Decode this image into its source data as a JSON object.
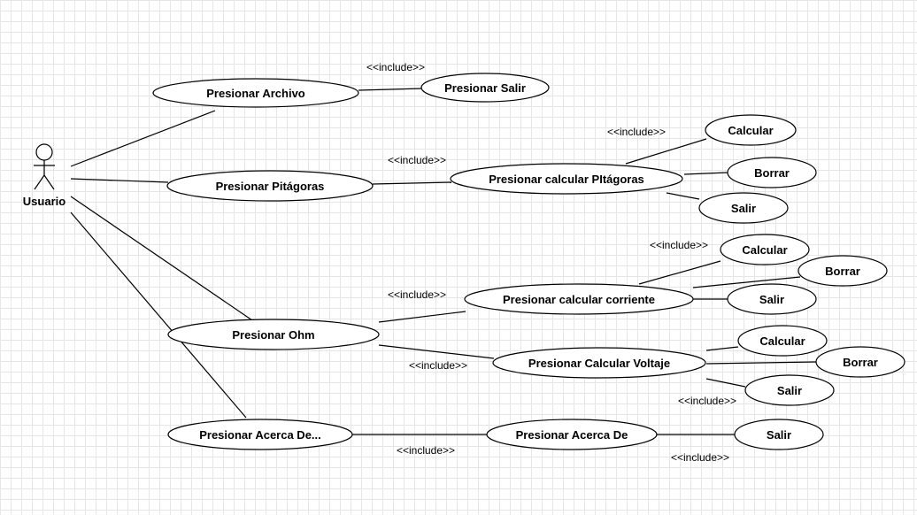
{
  "actor": {
    "label": "Usuario"
  },
  "include_label": "<<include>>",
  "use_cases": {
    "archivo": "Presionar Archivo",
    "salir_archivo": "Presionar Salir",
    "pitagoras": "Presionar Pitágoras",
    "calc_pitagoras": "Presionar calcular PItágoras",
    "pit_calcular": "Calcular",
    "pit_borrar": "Borrar",
    "pit_salir": "Salir",
    "ohm": "Presionar Ohm",
    "calc_corriente": "Presionar calcular corriente",
    "cor_calcular": "Calcular",
    "cor_borrar": "Borrar",
    "cor_salir": "Salir",
    "calc_voltaje": "Presionar Calcular Voltaje",
    "vol_calcular": "Calcular",
    "vol_borrar": "Borrar",
    "vol_salir": "Salir",
    "acerca": "Presionar Acerca De...",
    "acerca_de": "Presionar Acerca De",
    "acerca_salir": "Salir"
  }
}
